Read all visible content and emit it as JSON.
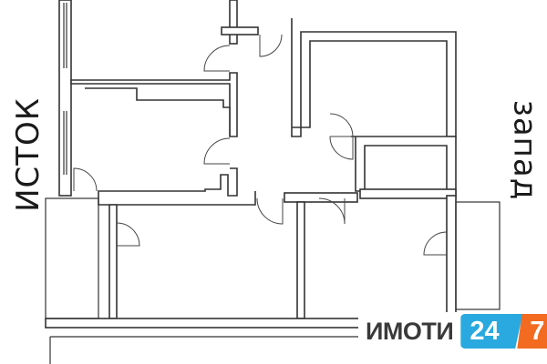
{
  "labels": {
    "east": "ИСТОК",
    "west": "запад"
  },
  "logo": {
    "text": "ИМОТИ",
    "part1": "24",
    "part2": "7",
    "color1": "#29a9df",
    "color2": "#f26b21"
  }
}
